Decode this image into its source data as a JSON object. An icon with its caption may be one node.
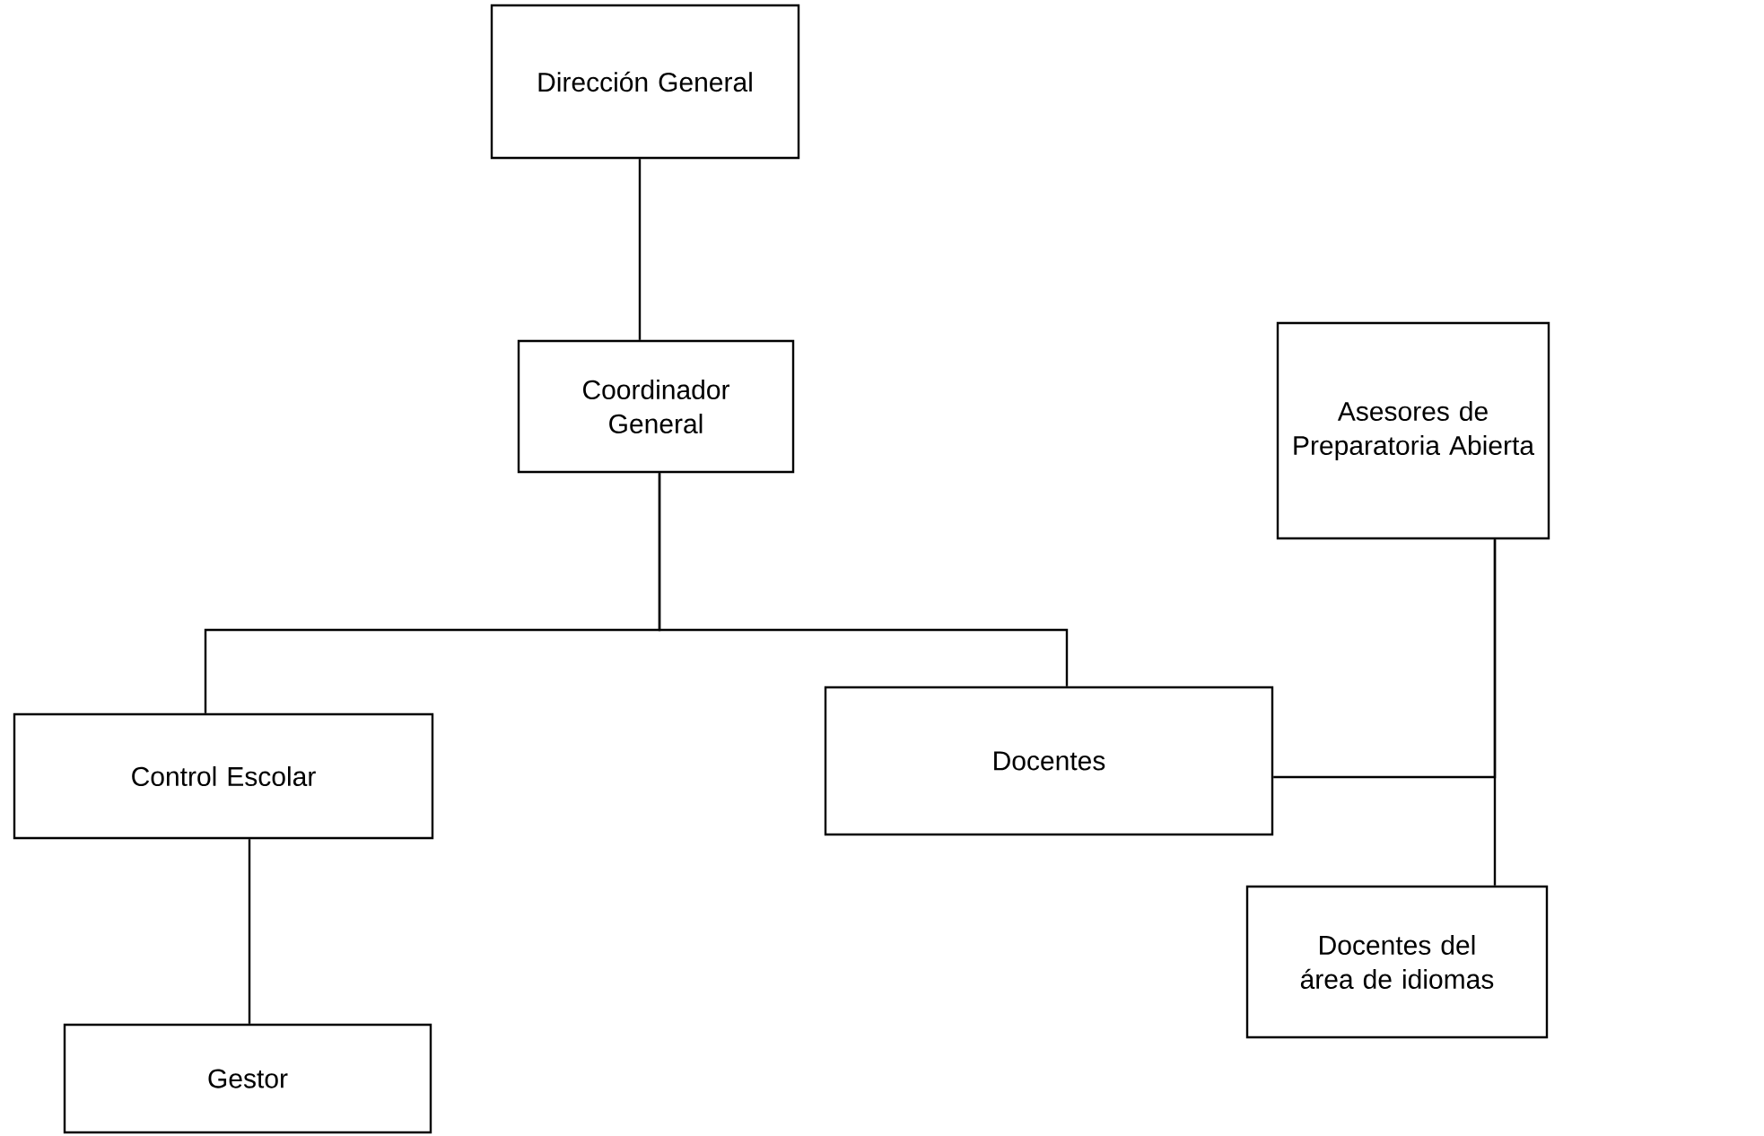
{
  "diagram": {
    "nodes": [
      {
        "text": [
          "Dirección General"
        ]
      },
      {
        "text": [
          "Coordinador General"
        ]
      },
      {
        "text": [
          "Asesores de Preparatoria Abierta"
        ]
      },
      {
        "text": [
          "Control Escolar"
        ]
      },
      {
        "text": [
          "Docentes"
        ]
      },
      {
        "text": [
          "Docentes del área de idiomas"
        ]
      },
      {
        "text": [
          "Gestor"
        ]
      }
    ],
    "edges": [
      {
        "from": 0,
        "to": 1,
        "arrow": "none"
      },
      {
        "from": 1,
        "to": 3,
        "arrow": "none"
      },
      {
        "from": 1,
        "to": 4,
        "arrow": "none"
      },
      {
        "from": 2,
        "to": 5,
        "arrow": "none"
      },
      {
        "from": 4,
        "to": 2,
        "arrow": "none"
      },
      {
        "from": 3,
        "to": 6,
        "arrow": "none"
      }
    ]
  }
}
